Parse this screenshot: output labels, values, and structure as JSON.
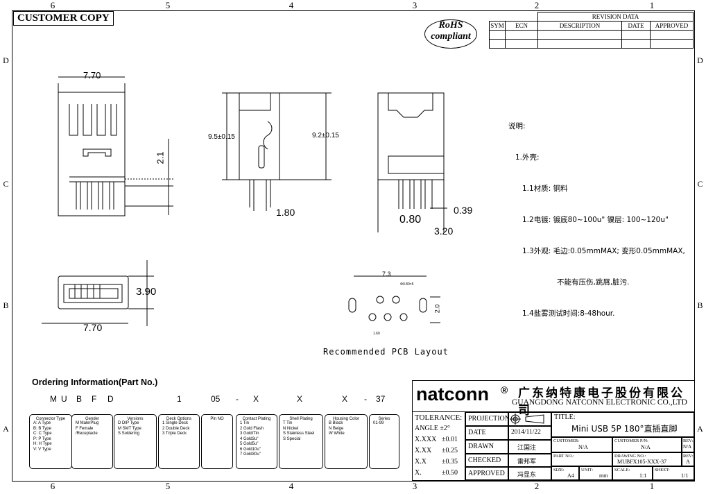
{
  "zones_top": [
    "6",
    "5",
    "4",
    "3",
    "2",
    "1"
  ],
  "zones_bottom": [
    "6",
    "5",
    "4",
    "3",
    "2",
    "1"
  ],
  "zones_side": [
    "D",
    "C",
    "B",
    "A"
  ],
  "customer_copy": "CUSTOMER COPY",
  "rohs": {
    "line1": "RoHS",
    "line2": "compliant"
  },
  "revision": {
    "title": "REVISION DATA",
    "headers": [
      "SYM",
      "ECN",
      "DESCRIPTION",
      "DATE",
      "APPROVED"
    ]
  },
  "dims": {
    "front_width": "7.70",
    "front_height": "2.1",
    "side_height_left": "9.5±0.15",
    "side_height_right": "9.2±0.15",
    "side_pin": "1.80",
    "right_039": "0.39",
    "right_080": "0.80",
    "right_320": "3.20",
    "bottom_height": "3.90",
    "bottom_width": "7.70",
    "pcb_width": "7.3",
    "pcb_height": "2.0",
    "pcb_hole": "Φ0.80×5",
    "pcb_pitch": "1.60"
  },
  "pcb_caption": "Recommended PCB Layout",
  "notes": [
    "说明:",
    "1.外壳:",
    "1.1材质: 铜料",
    "1.2电镀: 镀底80~100u\" 镍层: 100~120u\"",
    "1.3外观: 毛边:0.05mmMAX; 变形0.05mmMAX,",
    "不能有压伤,跳屑,脏污.",
    "1.4盐雾测试时间:8-48hour."
  ],
  "ordering": {
    "title": "Ordering Information(Part No.)",
    "part_chars": [
      "M",
      "U",
      "B",
      "F",
      "D",
      "1",
      "05",
      "-",
      "X",
      "X",
      "X",
      "-",
      "37"
    ],
    "boxes": [
      {
        "title": "Connector Type",
        "rows": [
          "A: A Type",
          "B: B Type",
          "C: C Type",
          "P: P Type",
          "H: H Type",
          "V: V Type"
        ]
      },
      {
        "title": "Gender",
        "rows": [
          "M Male/Plug",
          "F Female",
          "  /Receptacle"
        ]
      },
      {
        "title": "Versions",
        "rows": [
          "D DIP Type",
          "M SMT Type",
          "S Soldering"
        ]
      },
      {
        "title": "Deck Options",
        "rows": [
          "1 Single Deck",
          "2 Double Deck",
          "3 Triple Deck"
        ]
      },
      {
        "title": "Pin NO",
        "rows": []
      },
      {
        "title": "Contact Plating",
        "rows": [
          "1 Tin",
          "2 Gold Flash",
          "3 Gold/Tin",
          "4 Gold3u\"",
          "5 Gold5u\"",
          "6 Gold10u\"",
          "7 Gold30u\""
        ]
      },
      {
        "title": "Shell Plating",
        "rows": [
          "T Tin",
          "N Nickel",
          "S Stainless Steel",
          "S Special"
        ]
      },
      {
        "title": "Housing Color",
        "rows": [
          "B Black",
          "N Beige",
          "W White"
        ]
      },
      {
        "title": "Series",
        "rows": [
          "01-99"
        ]
      }
    ]
  },
  "title_block": {
    "company_name": "natconn",
    "registered": "®",
    "company_cn": "广东纳特康电子股份有限公司",
    "company_en": "GUANGDONG NATCONN ELECTRONIC CO.,LTD",
    "tolerance_label": "TOLERANCE:",
    "angle": "ANGLE ±2°",
    "tol_rows": [
      [
        "X.XXX",
        "±0.01"
      ],
      [
        "X.XX",
        "±0.25"
      ],
      [
        "X.X",
        "±0.35"
      ],
      [
        "X.",
        "±0.50"
      ]
    ],
    "projection": "PROJECTION",
    "date_label": "DATE",
    "date": "2014/11/22",
    "drawn_label": "DRAWN",
    "drawn": "江国注",
    "checked_label": "CHECKED",
    "checked": "雷邦军",
    "approved_label": "APPROVED",
    "approved": "冯显东",
    "title_label": "TITLE:",
    "title": "Mini USB 5P 180°直插直脚",
    "customer_label": "CUSTOMER:",
    "customer": "N/A",
    "customer_pn_label": "CUSTOMER P/N:",
    "customer_pn": "N/A",
    "rev_label": "REV:",
    "rev1": "N/A",
    "part_no_label": "PART NO.:",
    "drawing_no_label": "DRAWING NO.:",
    "drawing_no": "MUBFX105-XXX-37",
    "rev2": "A",
    "size_label": "SIZE:",
    "size": "A4",
    "unit_label": "UNIT:",
    "unit": "mm",
    "scale_label": "SCALE:",
    "scale": "1:1",
    "sheet_label": "SHEET:",
    "sheet": "1/1"
  }
}
